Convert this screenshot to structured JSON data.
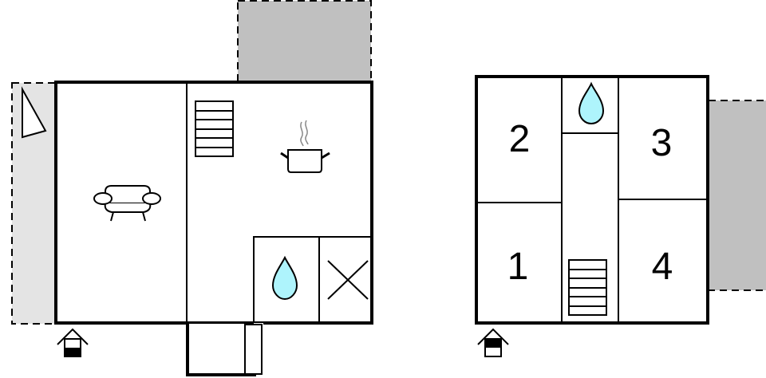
{
  "diagram": {
    "type": "floor-plan",
    "colors": {
      "wall": "#000000",
      "terrace_dark": "#c0c0c0",
      "terrace_light": "#e4e4e4",
      "water": "#aef4fc",
      "steam": "#888888",
      "background": "#ffffff"
    },
    "ground_floor": {
      "rooms": [
        {
          "id": "living-room",
          "icon": "sofa-icon"
        },
        {
          "id": "kitchen",
          "icon": "cooking-pot-icon"
        },
        {
          "id": "stairs",
          "icon": "stairs-icon"
        },
        {
          "id": "bathroom",
          "icon": "water-drop-icon"
        },
        {
          "id": "storage",
          "icon": "cross-icon"
        },
        {
          "id": "entrance-porch",
          "icon": null
        }
      ],
      "outdoor": [
        {
          "id": "terrace-top",
          "style": "dashed-gray"
        },
        {
          "id": "terrace-left",
          "style": "dashed-light-gray",
          "icon": "sail-shade-icon"
        }
      ],
      "entrance_marker": "entrance-ground-icon"
    },
    "upper_floor": {
      "rooms": [
        {
          "id": "bedroom-1",
          "label": "1"
        },
        {
          "id": "bedroom-2",
          "label": "2"
        },
        {
          "id": "bedroom-3",
          "label": "3"
        },
        {
          "id": "bedroom-4",
          "label": "4"
        },
        {
          "id": "bathroom",
          "icon": "water-drop-icon"
        },
        {
          "id": "hallway-stairs",
          "icon": "stairs-icon"
        }
      ],
      "outdoor": [
        {
          "id": "balcony-right",
          "style": "dashed-gray"
        }
      ],
      "entrance_marker": "entrance-upper-icon"
    }
  }
}
